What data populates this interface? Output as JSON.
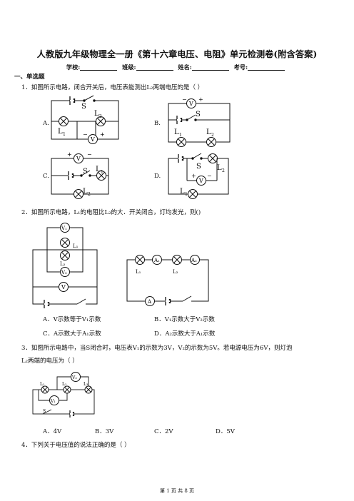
{
  "title": "人教版九年级物理全一册《第十六章电压、电阻》单元检测卷(附含答案)",
  "info": {
    "school": "学校:",
    "class": "班级:",
    "name": "姓名:",
    "exam_no": "考号:"
  },
  "section1": "一、单选题",
  "q1": {
    "text": "1．如图所示电路，闭合开关后，电压表能测出L₂两端电压的是（        ）",
    "options": [
      "A.",
      "B.",
      "C.",
      "D."
    ],
    "labels": {
      "S": "S",
      "L1": "L",
      "L2": "L",
      "sub1": "1",
      "sub2": "2",
      "V": "V",
      "plus": "+",
      "minus": "−"
    }
  },
  "q2": {
    "text": "2．如图所示电路，L₁的电阻比L₂的大．开关闭合，灯均发光，则()",
    "options": [
      "A．V示数等于V₁示数",
      "B．V₁示数大于V₂示数",
      "C．A示数大于A₁示数",
      "D．A₂示数大于A₁示数"
    ],
    "labels": {
      "V": "V",
      "V1": "V₁",
      "V2": "V₂",
      "A": "A",
      "A1": "A₁",
      "A2": "A₂",
      "L1": "L₁",
      "L2": "L₂"
    }
  },
  "q3": {
    "text_line1": "3．如图所示电路中，当S闭合时，电压表V₁的示数为3V，V₂的示数为5V。若电源电压为6V，则灯泡",
    "text_line2": "L₂两端的电压为（        ）",
    "options": [
      "A．4V",
      "B．3V",
      "C．2V",
      "D．5V"
    ],
    "labels": {
      "L1": "L₁",
      "L2": "L₂",
      "L3": "L₃",
      "V1": "V₁",
      "V2": "V₂",
      "S": "S"
    }
  },
  "q4": {
    "text": "4．下列关于电压值的说法正确的是（        ）"
  },
  "footer": "第 1 页 共 8 页"
}
